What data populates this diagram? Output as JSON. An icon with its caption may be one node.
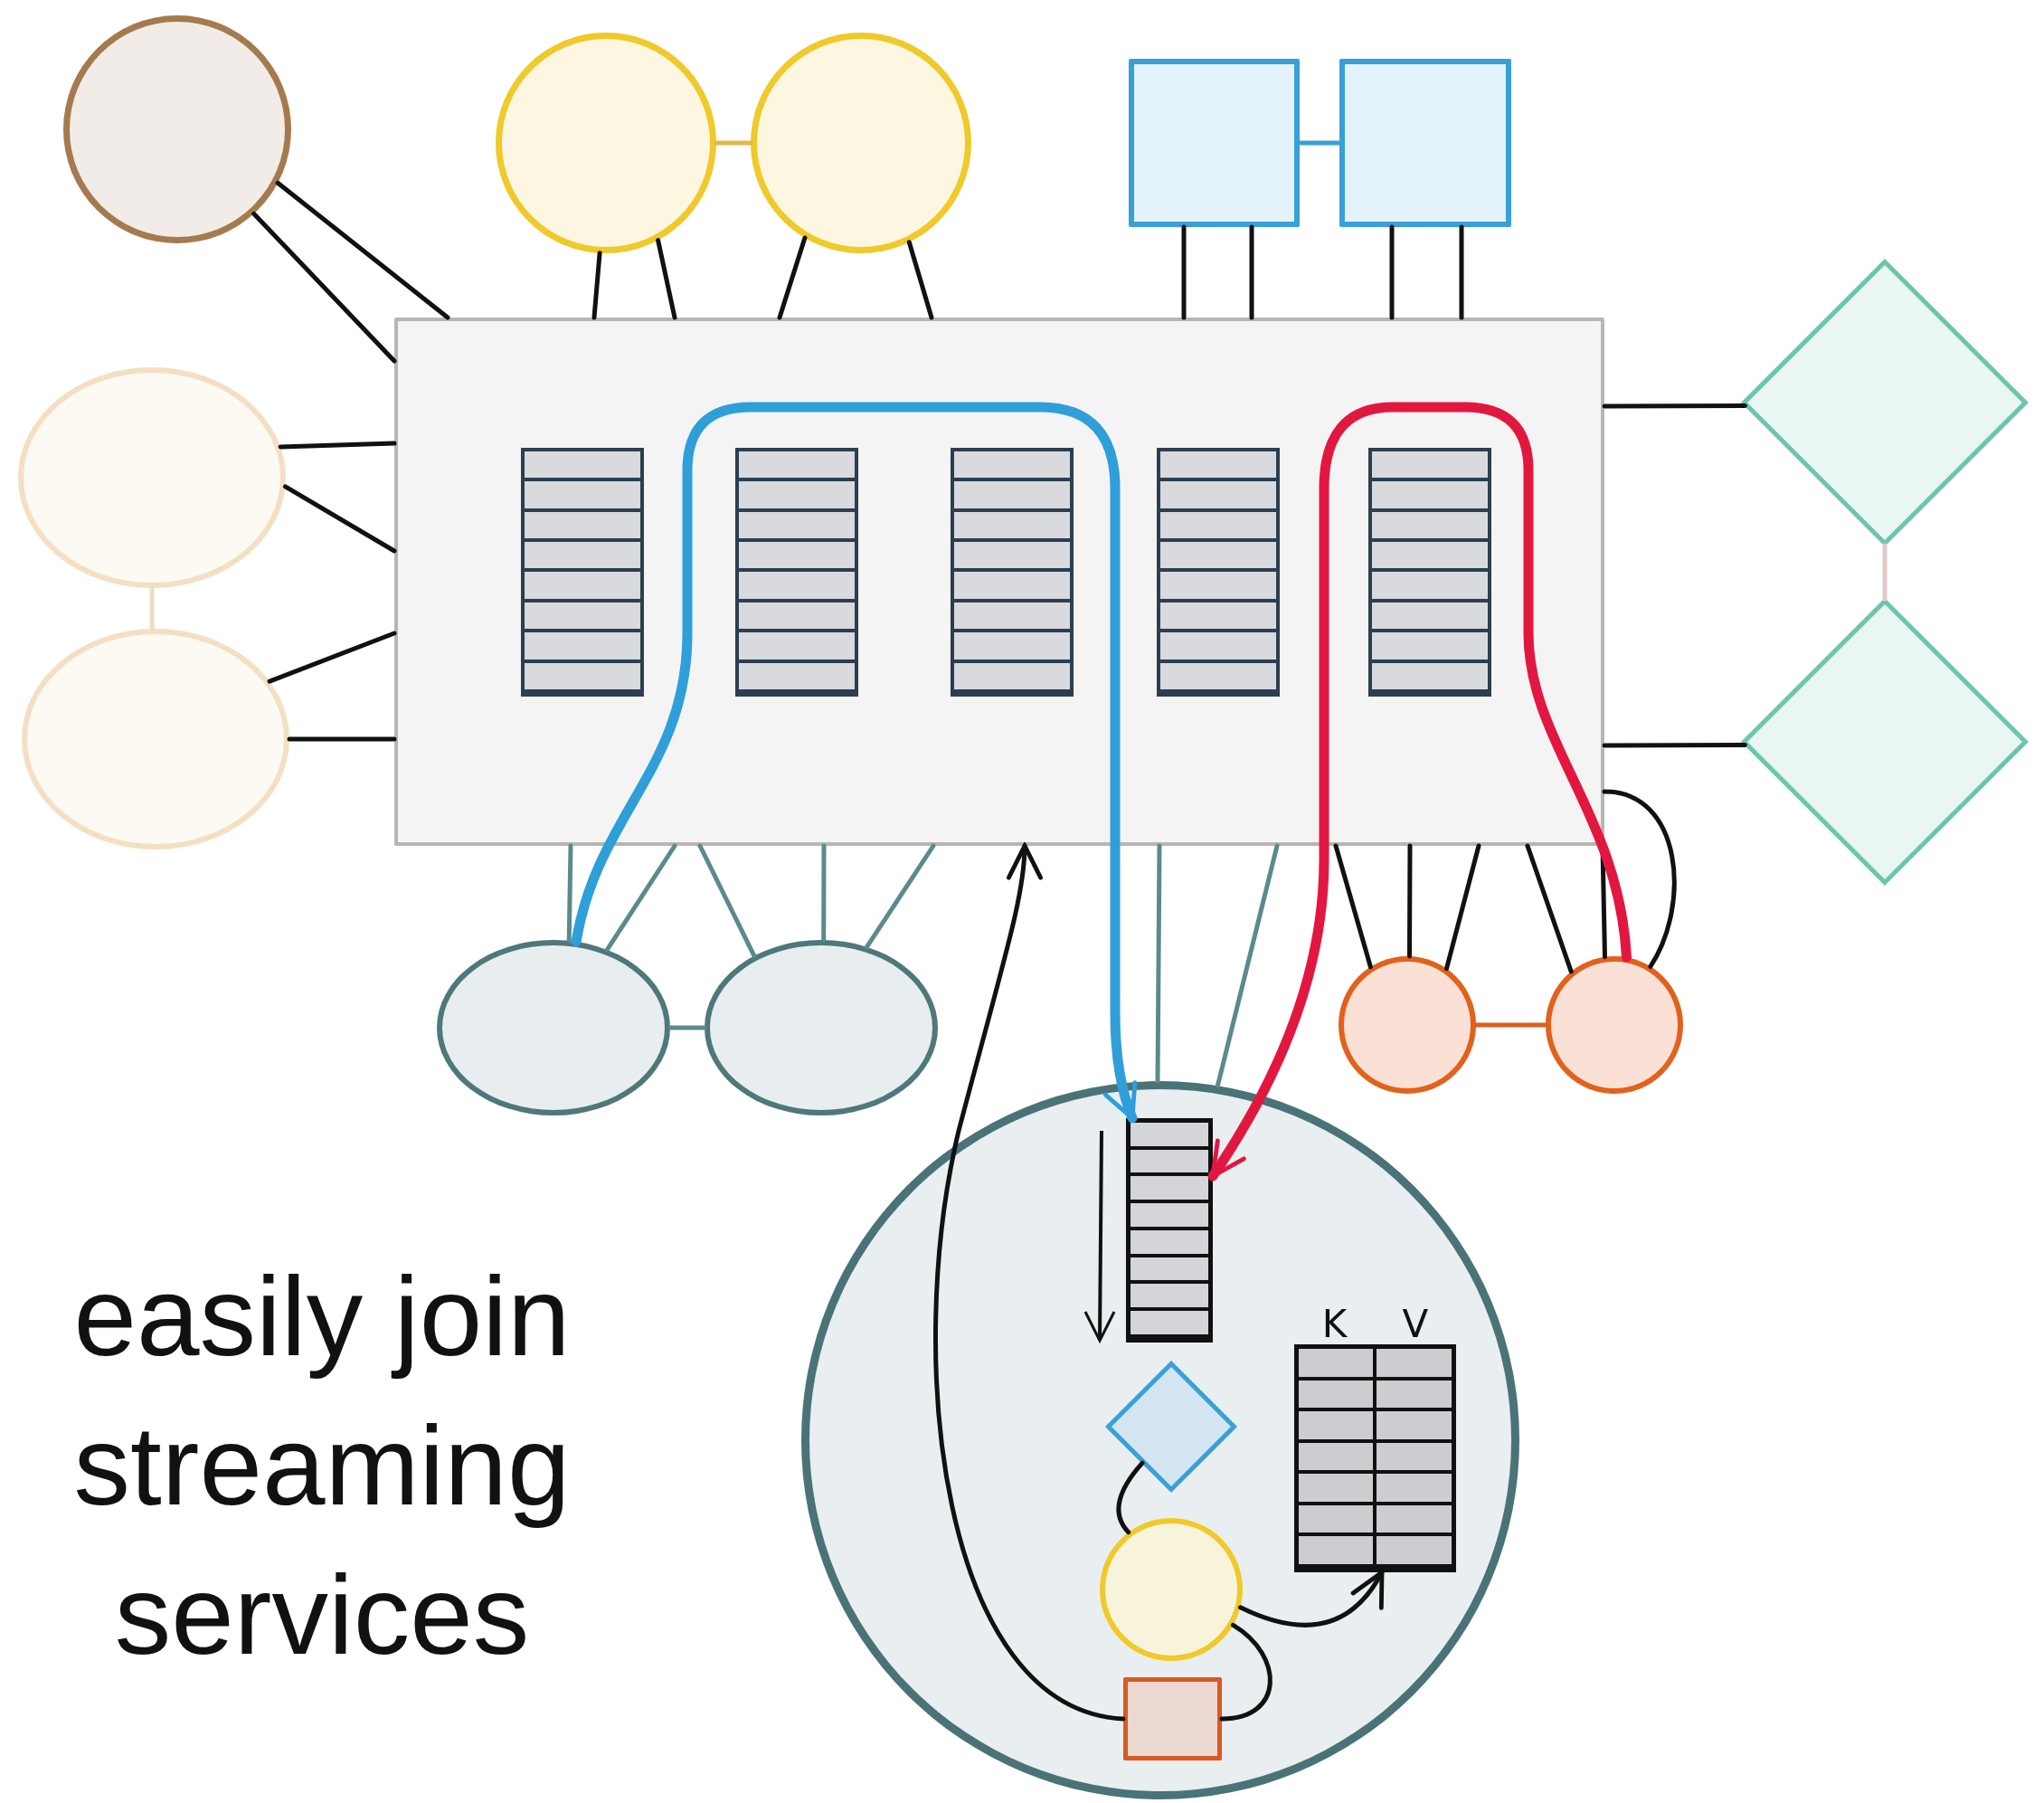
{
  "diagram": {
    "nodes": [
      {
        "text": [],
        "shape": "circle"
      },
      {
        "text": [],
        "shape": "circle"
      },
      {
        "text": [],
        "shape": "circle"
      },
      {
        "text": [],
        "shape": "box"
      },
      {
        "text": [],
        "shape": "box"
      },
      {
        "text": [],
        "shape": "diamond"
      },
      {
        "text": [],
        "shape": "ellipse"
      },
      {
        "text": [],
        "shape": "box"
      },
      {
        "text": [],
        "shape": "box",
        "in": 7
      },
      {
        "text": [],
        "shape": "box",
        "in": 7
      },
      {
        "text": [],
        "shape": "box",
        "in": 7
      },
      {
        "text": [],
        "shape": "box",
        "in": 7
      },
      {
        "text": [],
        "shape": "box",
        "in": 7
      },
      {
        "text": [],
        "shape": "ellipse"
      },
      {
        "text": [],
        "shape": "diamond"
      },
      {
        "text": [],
        "shape": "ellipse"
      },
      {
        "text": [],
        "shape": "ellipse"
      },
      {
        "text": [],
        "shape": "circle"
      },
      {
        "text": [],
        "shape": "circle"
      },
      {
        "text": [],
        "shape": "circle"
      },
      {
        "text": [],
        "shape": "box",
        "in": 19
      },
      {
        "text": [],
        "shape": "diamond",
        "in": 19
      },
      {
        "text": [
          "K",
          "V"
        ],
        "in": 19
      },
      {
        "text": [],
        "shape": "circle",
        "in": 19
      },
      {
        "text": [],
        "shape": "box",
        "in": 19
      }
    ],
    "edges": [
      {
        "from": 0,
        "to": 7,
        "arrow": "none"
      },
      {
        "from": 0,
        "to": 7,
        "arrow": "none"
      },
      {
        "from": 1,
        "to": 7,
        "arrow": "none"
      },
      {
        "from": 1,
        "to": 7,
        "arrow": "none"
      },
      {
        "from": 2,
        "to": 7,
        "arrow": "none"
      },
      {
        "from": 2,
        "to": 7,
        "arrow": "none"
      },
      {
        "from": 1,
        "to": 2,
        "arrow": "none",
        "color": "#e0b94a"
      },
      {
        "from": 3,
        "to": 7,
        "arrow": "none"
      },
      {
        "from": 3,
        "to": 7,
        "arrow": "none"
      },
      {
        "from": 4,
        "to": 7,
        "arrow": "none"
      },
      {
        "from": 4,
        "to": 7,
        "arrow": "none"
      },
      {
        "from": 3,
        "to": 4,
        "arrow": "none",
        "color": "#3a9fd6"
      },
      {
        "from": 5,
        "to": 7,
        "arrow": "none"
      },
      {
        "from": 6,
        "to": 7,
        "arrow": "none"
      },
      {
        "from": 6,
        "to": 7,
        "arrow": "none"
      },
      {
        "from": 6,
        "to": 13,
        "arrow": "none",
        "color": "#f0dcc4"
      },
      {
        "from": 13,
        "to": 7,
        "arrow": "none"
      },
      {
        "from": 13,
        "to": 7,
        "arrow": "none"
      },
      {
        "from": 5,
        "to": 14,
        "arrow": "none",
        "color": "#e3c9c9"
      },
      {
        "from": 14,
        "to": 7,
        "arrow": "none"
      },
      {
        "from": 15,
        "to": 7,
        "arrow": "none",
        "color": "#5b8a8c"
      },
      {
        "from": 15,
        "to": 7,
        "arrow": "none",
        "color": "#5b8a8c"
      },
      {
        "from": 16,
        "to": 7,
        "arrow": "none",
        "color": "#5b8a8c"
      },
      {
        "from": 16,
        "to": 7,
        "arrow": "none",
        "color": "#5b8a8c"
      },
      {
        "from": 16,
        "to": 7,
        "arrow": "none",
        "color": "#5b8a8c"
      },
      {
        "from": 15,
        "to": 16,
        "arrow": "none",
        "color": "#5b8a8c"
      },
      {
        "from": 17,
        "to": 7,
        "arrow": "none"
      },
      {
        "from": 17,
        "to": 7,
        "arrow": "none"
      },
      {
        "from": 17,
        "to": 7,
        "arrow": "none"
      },
      {
        "from": 18,
        "to": 7,
        "arrow": "none"
      },
      {
        "from": 18,
        "to": 7,
        "arrow": "none"
      },
      {
        "from": 18,
        "to": 7,
        "arrow": "none"
      },
      {
        "from": 17,
        "to": 18,
        "arrow": "none",
        "color": "#d8601f"
      },
      {
        "from": 7,
        "to": 19,
        "arrow": "none",
        "color": "#5b8a8c"
      },
      {
        "from": 15,
        "to": 20,
        "arrow": "to",
        "style": "thick",
        "color": "#2e9fd9"
      },
      {
        "from": 18,
        "to": 20,
        "arrow": "to",
        "style": "thick",
        "color": "#e2173f"
      },
      {
        "from": 7,
        "to": 19,
        "arrow": "none",
        "color": "#5b8a8c"
      },
      {
        "from": 24,
        "to": 7,
        "arrow": "to"
      },
      {
        "from": 21,
        "to": 23,
        "arrow": "none"
      },
      {
        "from": 23,
        "to": 22,
        "arrow": "to"
      },
      {
        "from": 23,
        "to": 24,
        "arrow": "none"
      }
    ],
    "labels": [
      "easily join streaming services"
    ]
  }
}
